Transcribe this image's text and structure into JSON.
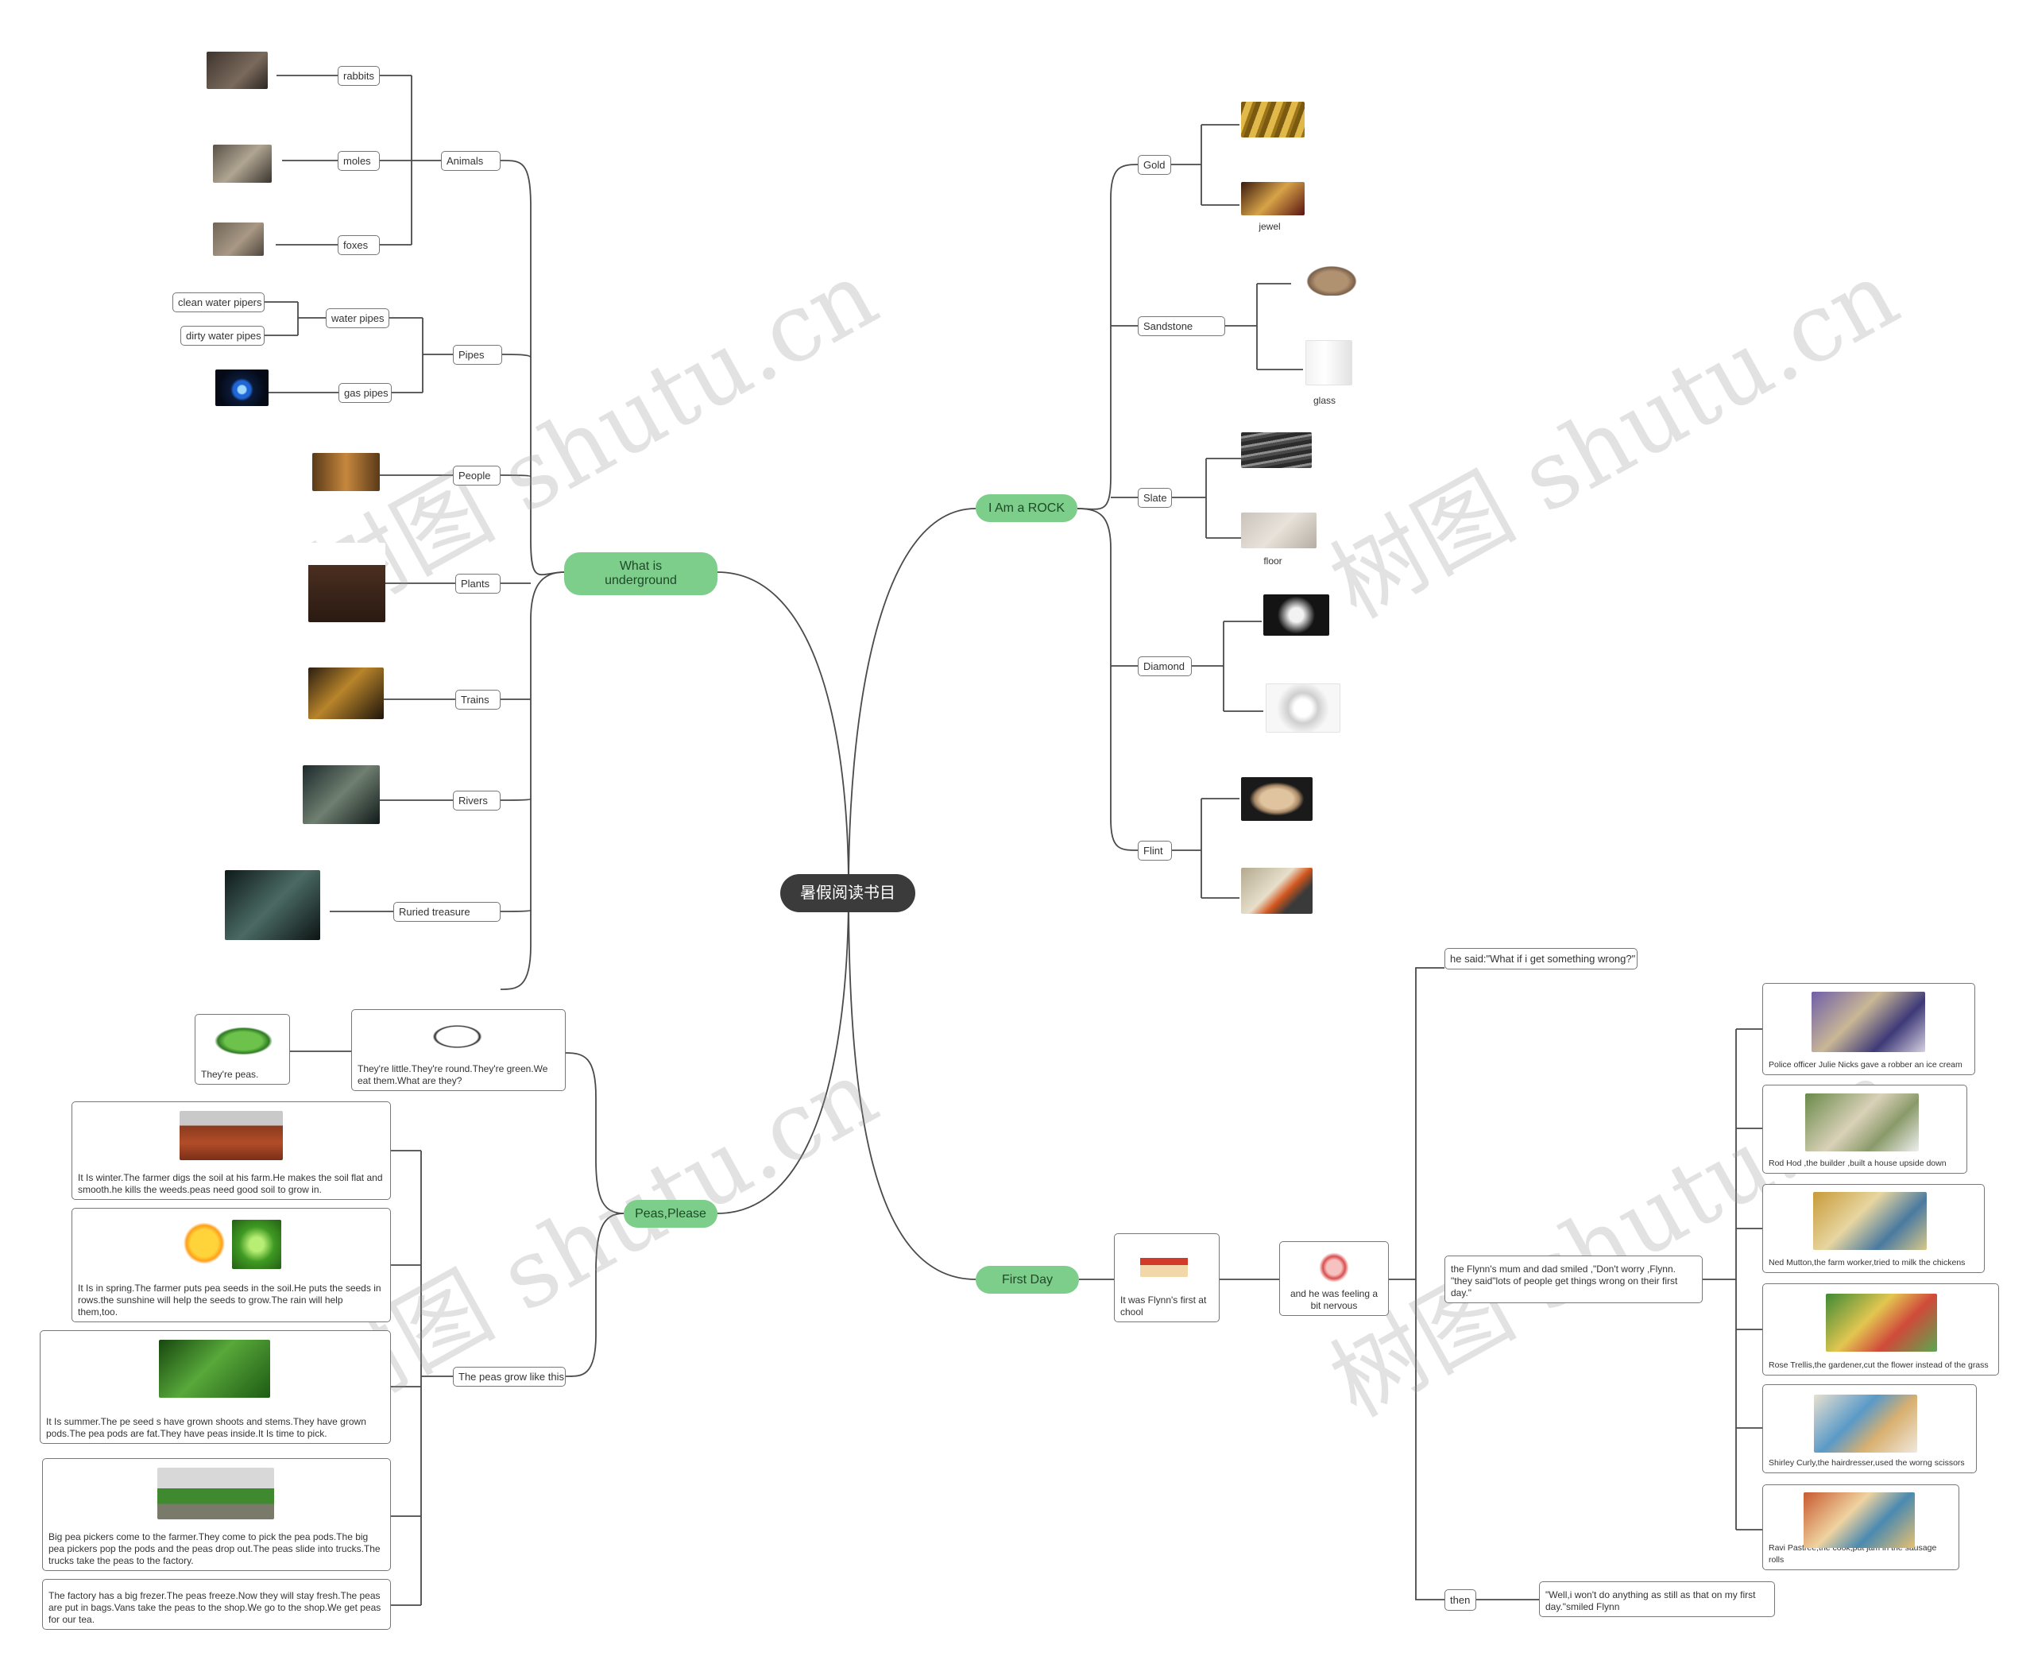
{
  "center": "暑假阅读书目",
  "watermark": "树图 shutu.cn",
  "underground": {
    "label": "What is underground",
    "animals": {
      "label": "Animals",
      "rabbits": "rabbits",
      "moles": "moles",
      "foxes": "foxes"
    },
    "pipes": {
      "label": "Pipes",
      "water_pipes": "water pipes",
      "clean": "clean water pipers",
      "dirty": "dirty water pipes",
      "gas": "gas pipes"
    },
    "people": "People",
    "plants": "Plants",
    "trains": "Trains",
    "rivers": "Rivers",
    "treasure": "Ruried treasure"
  },
  "rock": {
    "label": "I Am a ROCK",
    "gold": "Gold",
    "jewel": "jewel",
    "sandstone": "Sandstone",
    "glass": "glass",
    "slate": "Slate",
    "floor": "floor",
    "diamond": "Diamond",
    "flint": "Flint"
  },
  "peas": {
    "label": "Peas,Please",
    "riddle": "They're little.They're round.They're green.We eat them.What are they?",
    "answer": "They're peas.",
    "grow": "The peas grow like this",
    "winter": "It Is winter.The farmer digs the soil at his farm.He makes the soil flat and smooth.he kills the weeds.peas need good soil to grow in.",
    "spring": "It Is in spring.The farmer puts pea seeds in the soil.He puts the seeds  in rows.the sunshine will help the seeds to grow.The rain will help them,too.",
    "summer": "It Is summer.The pe seed s have grown shoots and stems.They have grown pods.The pea pods are fat.They have peas inside.It Is time to pick.",
    "pickers": "Big pea pickers come to the farmer.They come to pick the pea pods.The big pea pickers pop the pods and the peas drop out.The peas slide into trucks.The trucks take the peas to the factory.",
    "factory": "The factory has a big frezer.The peas freeze.Now they will stay fresh.The peas are put in bags.Vans take the peas to the shop.We go to the shop.We get peas for our tea."
  },
  "firstday": {
    "label": "First Day",
    "school": "It was Flynn's first at chool",
    "nervous": "and he was feeling a bit nervous",
    "said": "he said:\"What if i get something wrong?\"",
    "parents": "the Flynn's mum and dad smiled ,\"Don't worry ,Flynn. \"they said\"lots of people get things wrong on their first day.\"",
    "then": "then",
    "final": "\"Well,i won't do anything as still as that on my first day.\"smiled Flynn",
    "mistakes": [
      "Police officer Julie Nicks gave a robber an ice cream",
      "Rod Hod ,the builder ,built a house upside down",
      "Ned Mutton,the farm worker,tried to milk the chickens",
      "Rose Trellis,the gardener,cut the flower instead of the grass",
      "Shirley Curly,the hairdresser,used the worng scissors",
      "Ravi Pastree,the cook,put jam in the sausage rolls"
    ]
  },
  "colors": {
    "main_topic": "#7dcd8b",
    "center": "#3b3b3b",
    "line": "#4a4a4a"
  }
}
